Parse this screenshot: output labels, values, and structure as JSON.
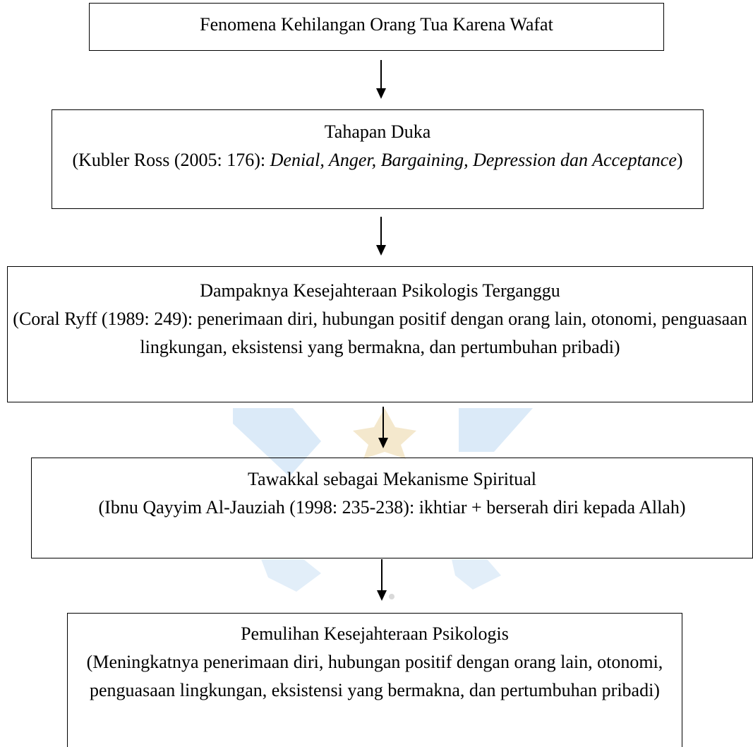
{
  "colors": {
    "border": "#000000",
    "text": "#000000",
    "watermark_blue": "#cfe3f5",
    "watermark_gold": "#f1e2c0"
  },
  "flowchart": {
    "boxes": [
      {
        "title": "Fenomena Kehilangan Orang Tua Karena Wafat"
      },
      {
        "title": "Tahapan Duka",
        "ref_prefix": "(Kubler Ross (2005: 176): ",
        "ref_italic": "Denial,  Anger, Bargaining, Depression dan Acceptance",
        "ref_suffix": ")"
      },
      {
        "title": "Dampaknya Kesejahteraan Psikologis Terganggu",
        "body": "(Coral Ryff (1989: 249): penerimaan diri, hubungan positif dengan orang lain, otonomi, penguasaan lingkungan, eksistensi yang bermakna, dan pertumbuhan pribadi)"
      },
      {
        "title": "Tawakkal sebagai Mekanisme Spiritual",
        "body": "(Ibnu Qayyim Al-Jauziah (1998: 235-238): ikhtiar + berserah diri kepada Allah)"
      },
      {
        "title": "Pemulihan Kesejahteraan Psikologis",
        "body": "(Meningkatnya penerimaan diri, hubungan positif dengan orang lain, otonomi, penguasaan lingkungan, eksistensi yang bermakna, dan pertumbuhan pribadi)"
      }
    ],
    "arrows": [
      {
        "from": 0,
        "to": 1
      },
      {
        "from": 1,
        "to": 2
      },
      {
        "from": 2,
        "to": 3
      },
      {
        "from": 3,
        "to": 4
      }
    ]
  }
}
